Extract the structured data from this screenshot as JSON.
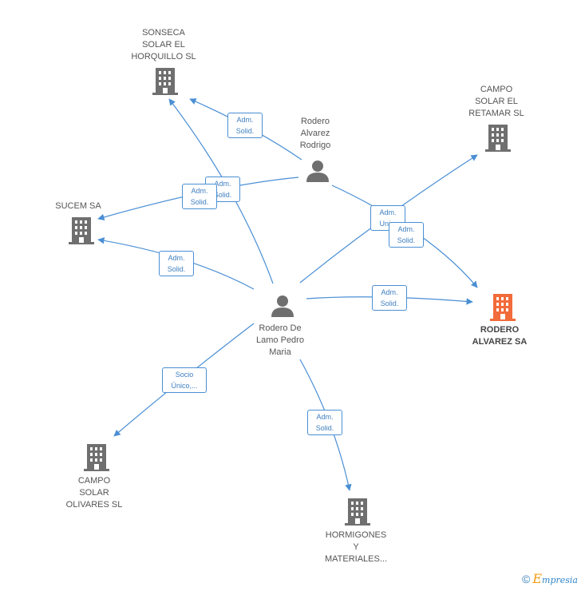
{
  "nodes": {
    "sonseca": {
      "lines": [
        "SONSECA",
        "SOLAR EL",
        "HORQUILLO SL"
      ]
    },
    "campo_retamar": {
      "lines": [
        "CAMPO",
        "SOLAR EL",
        "RETAMAR SL"
      ]
    },
    "sucem": {
      "lines": [
        "SUCEM SA"
      ]
    },
    "rodero_alvarez_sa": {
      "lines": [
        "RODERO",
        "ALVAREZ SA"
      ]
    },
    "campo_olivares": {
      "lines": [
        "CAMPO",
        "SOLAR",
        "OLIVARES SL"
      ]
    },
    "hormigones": {
      "lines": [
        "HORMIGONES",
        "Y",
        "MATERIALES..."
      ]
    },
    "person_rodrigo": {
      "lines": [
        "Rodero",
        "Alvarez",
        "Rodrigo"
      ]
    },
    "person_pedro": {
      "lines": [
        "Rodero De",
        "Lamo Pedro",
        "Maria"
      ]
    }
  },
  "edges": [
    {
      "id": "e1",
      "lines": [
        "Adm.",
        "Solid."
      ]
    },
    {
      "id": "e2",
      "lines": [
        "Adm.",
        "Solid."
      ]
    },
    {
      "id": "e3",
      "lines": [
        "Adm.",
        "Solid."
      ]
    },
    {
      "id": "e4",
      "lines": [
        "Adm.",
        "Solid."
      ]
    },
    {
      "id": "e5",
      "lines": [
        "Adm.",
        "Uni..."
      ]
    },
    {
      "id": "e6",
      "lines": [
        "Adm.",
        "Solid."
      ]
    },
    {
      "id": "e7",
      "lines": [
        "Adm.",
        "Solid."
      ]
    },
    {
      "id": "e8",
      "lines": [
        "Socio",
        "Único,..."
      ]
    },
    {
      "id": "e9",
      "lines": [
        "Adm.",
        "Solid."
      ]
    }
  ],
  "colors": {
    "edge": "#4a8fd4",
    "company": "#6f6f6f",
    "target_company": "#f26b3a",
    "person": "#6f6f6f"
  },
  "footer": {
    "copyright": "©",
    "brand_initial": "E",
    "brand_rest": "mpresia"
  }
}
